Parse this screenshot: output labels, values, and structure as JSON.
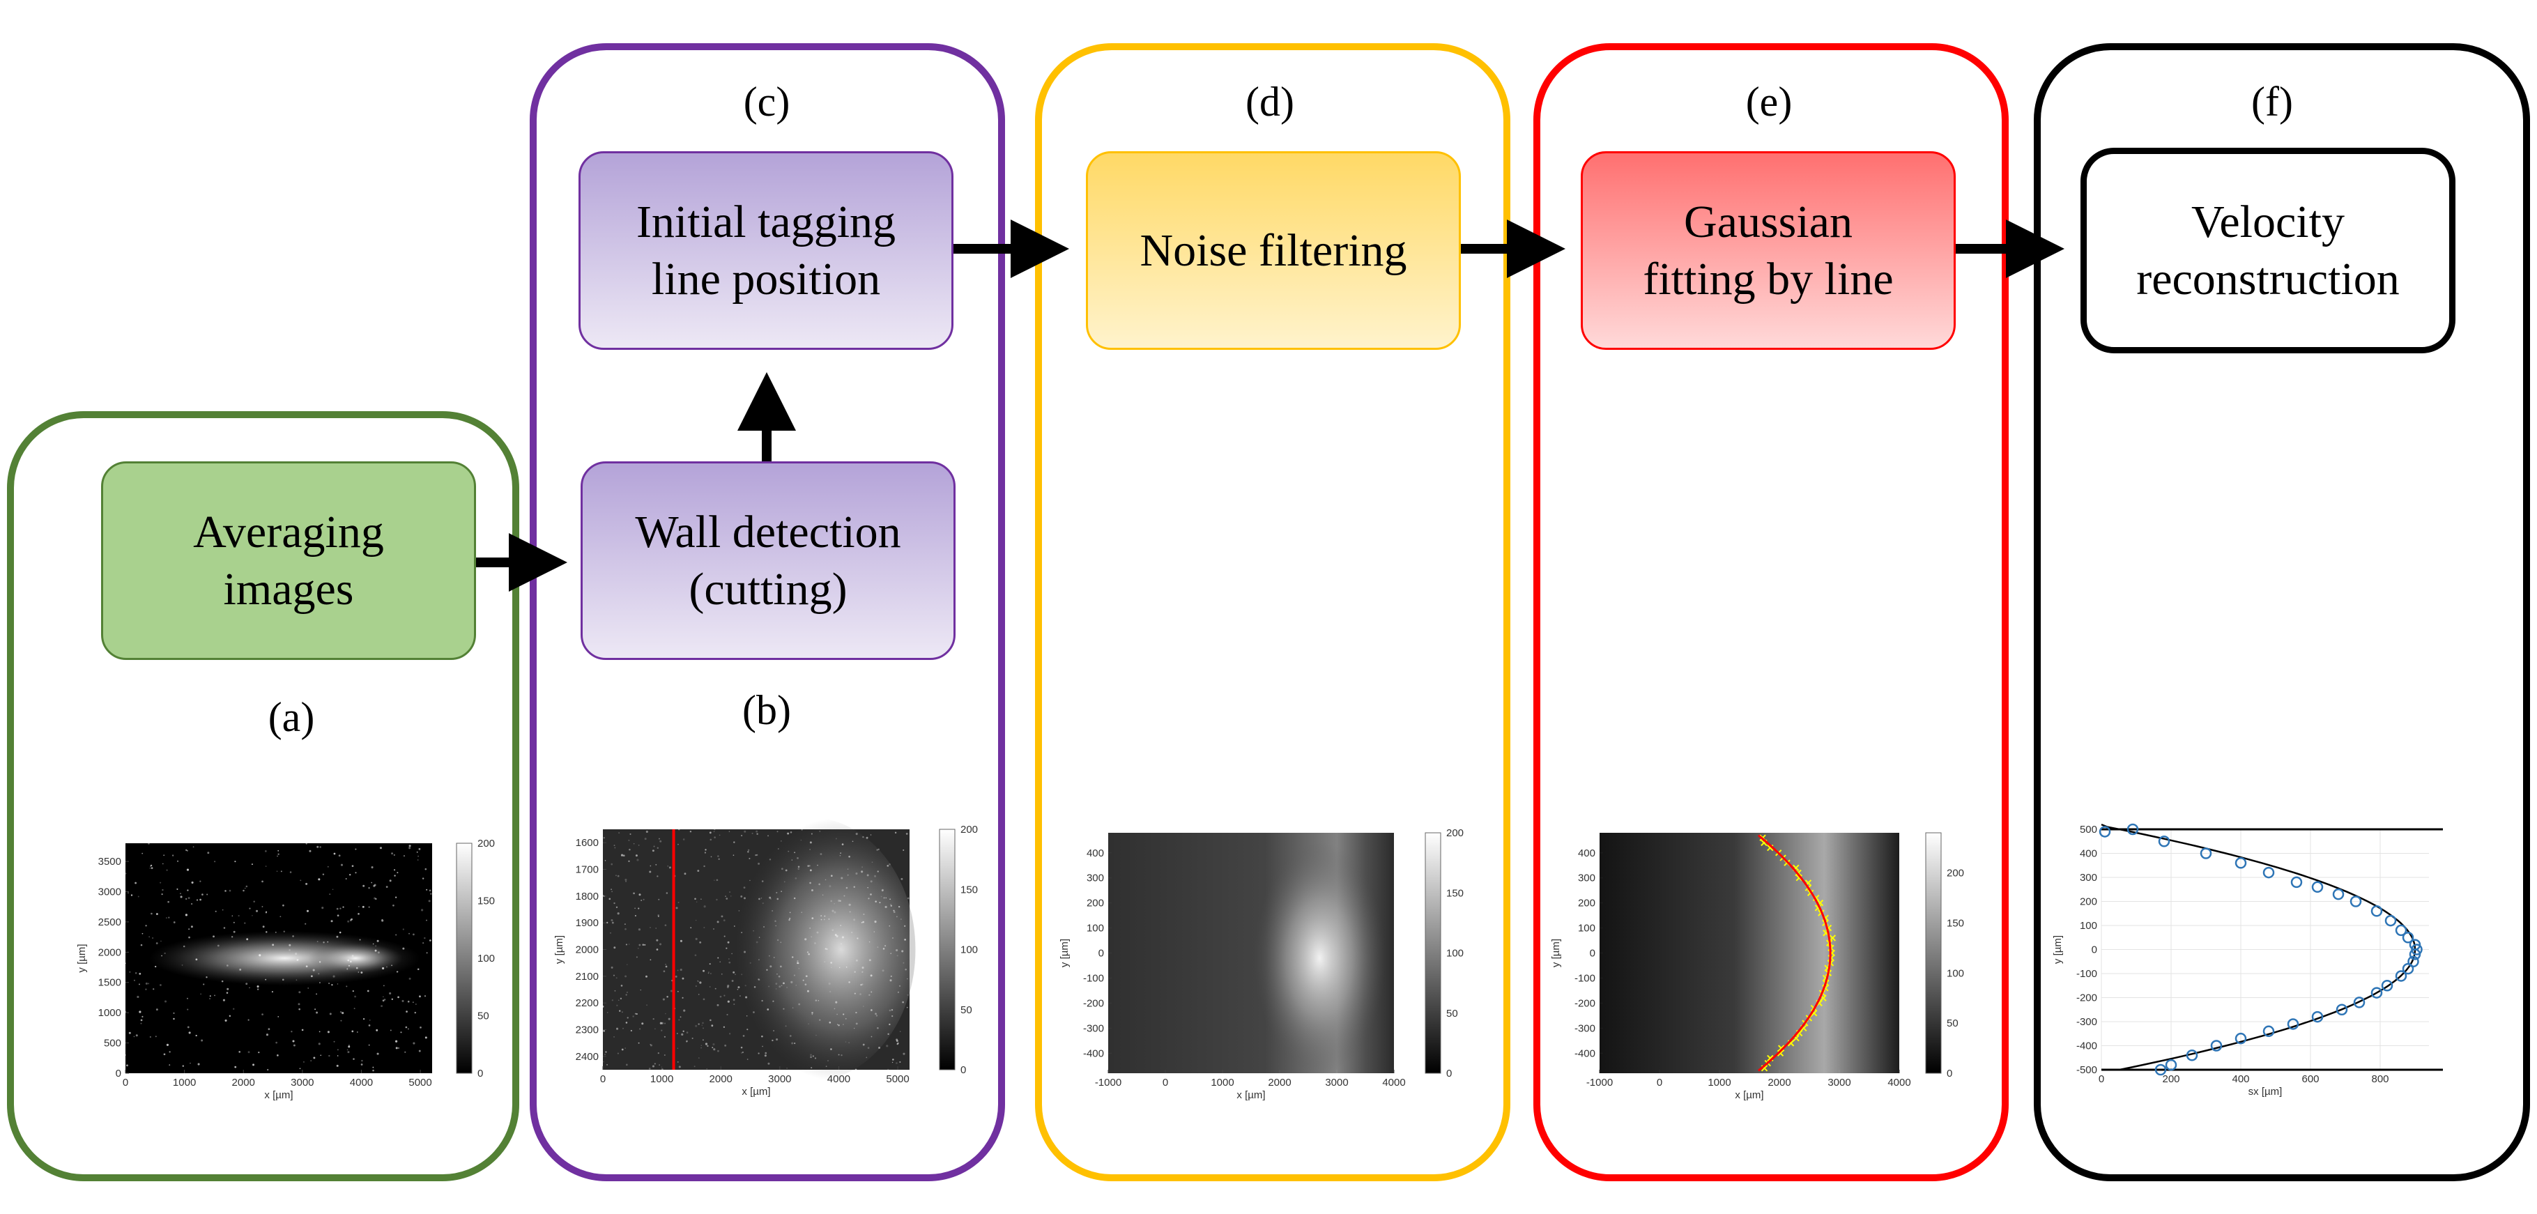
{
  "colors": {
    "panel_a": "#538135",
    "panel_b": "#7030a0",
    "panel_d": "#ffc000",
    "panel_e": "#ff0000",
    "panel_f": "#000000",
    "arrow": "#000000",
    "fit_line": "#ff0000",
    "fit_points": "#ffff00",
    "profile_points": "#2e75b6"
  },
  "panels": {
    "a": {
      "label": "(a)"
    },
    "b": {
      "label": "(b)"
    },
    "c": {
      "label": "(c)"
    },
    "d": {
      "label": "(d)"
    },
    "e": {
      "label": "(e)"
    },
    "f": {
      "label": "(f)"
    }
  },
  "boxes": {
    "averaging": "Averaging\nimages",
    "wall": "Wall detection\n(cutting)",
    "initial": "Initial tagging\nline position",
    "noise": "Noise filtering",
    "gaussian": "Gaussian\nfitting by line",
    "velocity": "Velocity\nreconstruction"
  },
  "chart_data": [
    {
      "type": "heatmap",
      "panel": "a",
      "xlabel": "x [µm]",
      "ylabel": "y [µm]",
      "xticks": [
        "0",
        "1000",
        "2000",
        "3000",
        "4000",
        "5000"
      ],
      "yticks": [
        "0",
        "500",
        "1000",
        "1500",
        "2000",
        "2500",
        "3000",
        "3500"
      ],
      "xlim": [
        0,
        5200
      ],
      "ylim": [
        0,
        3800
      ],
      "colorbar_ticks": [
        "0",
        "50",
        "100",
        "150",
        "200"
      ]
    },
    {
      "type": "heatmap",
      "panel": "b",
      "xlabel": "x [µm]",
      "ylabel": "y [µm]",
      "xticks": [
        "0",
        "1000",
        "2000",
        "3000",
        "4000",
        "5000"
      ],
      "yticks": [
        "1600",
        "1700",
        "1800",
        "1900",
        "2000",
        "2100",
        "2200",
        "2300",
        "2400"
      ],
      "xlim": [
        0,
        5200
      ],
      "ylim": [
        1550,
        2450
      ],
      "cut_line_x": 1200,
      "colorbar_ticks": [
        "0",
        "50",
        "100",
        "150",
        "200"
      ]
    },
    {
      "type": "heatmap",
      "panel": "d",
      "xlabel": "x [µm]",
      "ylabel": "y [µm]",
      "xticks": [
        "-1000",
        "0",
        "1000",
        "2000",
        "3000",
        "4000"
      ],
      "yticks": [
        "400",
        "300",
        "200",
        "100",
        "0",
        "-100",
        "-200",
        "-300",
        "-400"
      ],
      "xlim": [
        -1000,
        4000
      ],
      "ylim": [
        -480,
        480
      ],
      "colorbar_ticks": [
        "0",
        "50",
        "100",
        "150",
        "200"
      ]
    },
    {
      "type": "heatmap",
      "panel": "e",
      "xlabel": "x [µm]",
      "ylabel": "y [µm]",
      "xticks": [
        "-1000",
        "0",
        "1000",
        "2000",
        "3000",
        "4000"
      ],
      "yticks": [
        "400",
        "300",
        "200",
        "100",
        "0",
        "-100",
        "-200",
        "-300",
        "-400"
      ],
      "xlim": [
        -1000,
        4000
      ],
      "ylim": [
        -480,
        480
      ],
      "fit_curve_x_at_wall": 1650,
      "fit_curve_x_at_center": 2850,
      "colorbar_ticks": [
        "0",
        "50",
        "100",
        "150",
        "200"
      ]
    },
    {
      "type": "scatter",
      "panel": "f",
      "xlabel": "sx [µm]",
      "ylabel": "y [µm]",
      "xticks": [
        "0",
        "200",
        "400",
        "600",
        "800"
      ],
      "yticks": [
        "500",
        "400",
        "300",
        "200",
        "100",
        "0",
        "-100",
        "-200",
        "-300",
        "-400",
        "-500"
      ],
      "xlim": [
        0,
        940
      ],
      "ylim": [
        -500,
        500
      ],
      "grid": true,
      "fit_max_x": 900,
      "points": [
        [
          10,
          490
        ],
        [
          90,
          500
        ],
        [
          180,
          450
        ],
        [
          300,
          400
        ],
        [
          400,
          360
        ],
        [
          480,
          320
        ],
        [
          560,
          280
        ],
        [
          620,
          260
        ],
        [
          680,
          230
        ],
        [
          730,
          200
        ],
        [
          790,
          160
        ],
        [
          830,
          120
        ],
        [
          860,
          80
        ],
        [
          880,
          50
        ],
        [
          900,
          20
        ],
        [
          905,
          0
        ],
        [
          900,
          -20
        ],
        [
          895,
          -50
        ],
        [
          880,
          -80
        ],
        [
          860,
          -110
        ],
        [
          820,
          -150
        ],
        [
          790,
          -180
        ],
        [
          740,
          -220
        ],
        [
          690,
          -250
        ],
        [
          620,
          -280
        ],
        [
          550,
          -310
        ],
        [
          480,
          -340
        ],
        [
          400,
          -370
        ],
        [
          330,
          -400
        ],
        [
          260,
          -440
        ],
        [
          200,
          -480
        ],
        [
          170,
          -500
        ]
      ]
    }
  ]
}
